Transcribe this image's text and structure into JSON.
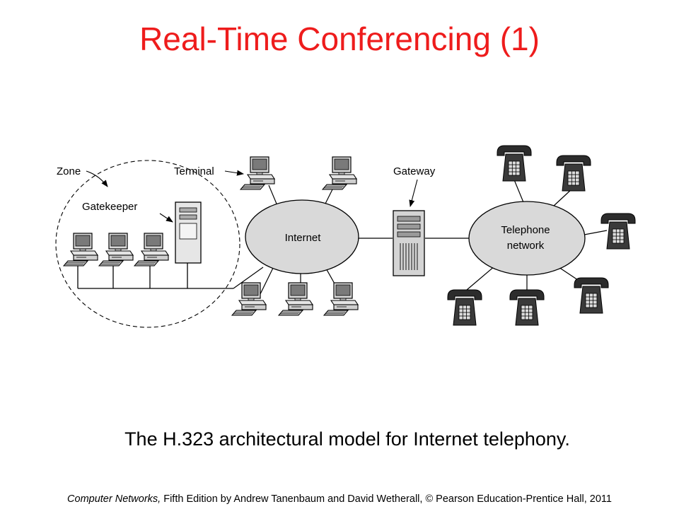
{
  "title": "Real-Time Conferencing (1)",
  "diagram": {
    "labels": {
      "zone": "Zone",
      "gatekeeper": "Gatekeeper",
      "terminal": "Terminal",
      "gateway": "Gateway",
      "internet": "Internet",
      "telephone_line1": "Telephone",
      "telephone_line2": "network"
    }
  },
  "caption": "The H.323 architectural model for Internet telephony.",
  "footer": {
    "book": "Computer Networks,",
    "rest": " Fifth Edition by Andrew Tanenbaum and David Wetherall, © Pearson Education-Prentice Hall, 2011"
  }
}
